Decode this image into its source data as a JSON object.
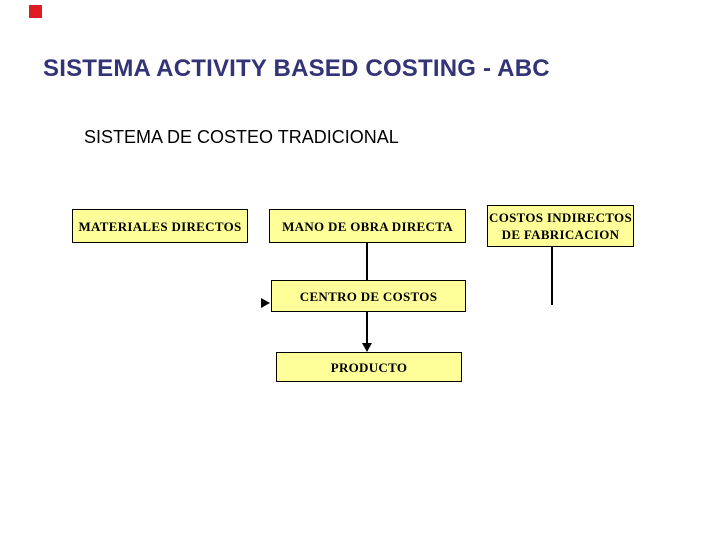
{
  "theme": {
    "background": "#ffffff",
    "title_color": "#333377",
    "text_color": "#000000",
    "box_fill": "#ffff99",
    "box_border": "#000000",
    "line_color": "#000000",
    "marker_red": "#e01b22"
  },
  "header": {
    "title": "SISTEMA ACTIVITY BASED COSTING - ABC",
    "subtitle": "SISTEMA DE COSTEO TRADICIONAL"
  },
  "diagram": {
    "boxes": {
      "materiales": {
        "label": "MATERIALES DIRECTOS"
      },
      "mano_obra": {
        "label": "MANO DE OBRA DIRECTA"
      },
      "costos_indirectos": {
        "line1": "COSTOS INDIRECTOS",
        "line2": "DE FABRICACION"
      },
      "centro_costos": {
        "label": "CENTRO DE COSTOS"
      },
      "producto": {
        "label": "PRODUCTO"
      }
    }
  }
}
